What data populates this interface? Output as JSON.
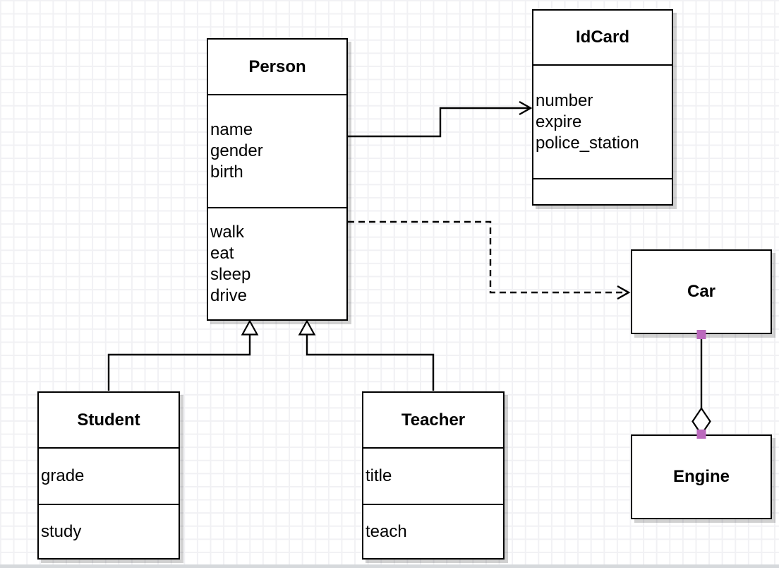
{
  "canvas": {
    "background_color": "#ffffff",
    "grid_line_color": "#f1f1f4",
    "bottom_edge_color": "#d6d9dc"
  },
  "colors": {
    "stroke": "#000000",
    "shape_fill": "#ffffff",
    "shadow": "rgba(0,0,0,0.18)",
    "endpoint_handle": "#bb69bd"
  },
  "classes": {
    "person": {
      "title": "Person",
      "attributes": [
        "name",
        "gender",
        "birth"
      ],
      "methods": [
        "walk",
        "eat",
        "sleep",
        "drive"
      ]
    },
    "idcard": {
      "title": "IdCard",
      "attributes": [
        "number",
        "expire",
        "police_station"
      ],
      "methods": []
    },
    "car": {
      "title": "Car",
      "attributes": [],
      "methods": []
    },
    "engine": {
      "title": "Engine",
      "attributes": [],
      "methods": []
    },
    "student": {
      "title": "Student",
      "attributes": [
        "grade"
      ],
      "methods": [
        "study"
      ]
    },
    "teacher": {
      "title": "Teacher",
      "attributes": [
        "title"
      ],
      "methods": [
        "teach"
      ]
    }
  },
  "relationships": [
    {
      "from": "Person",
      "to": "IdCard",
      "type": "association",
      "line": "solid",
      "arrowhead": "open-arrow"
    },
    {
      "from": "Person",
      "to": "Car",
      "type": "dependency",
      "line": "dashed",
      "arrowhead": "open-arrow"
    },
    {
      "from": "Student",
      "to": "Person",
      "type": "generalization",
      "line": "solid",
      "arrowhead": "hollow-triangle"
    },
    {
      "from": "Teacher",
      "to": "Person",
      "type": "generalization",
      "line": "solid",
      "arrowhead": "hollow-triangle"
    },
    {
      "from": "Car",
      "to": "Engine",
      "type": "aggregation",
      "line": "solid",
      "arrowhead": "hollow-diamond",
      "endpoint_handles": 2
    }
  ]
}
